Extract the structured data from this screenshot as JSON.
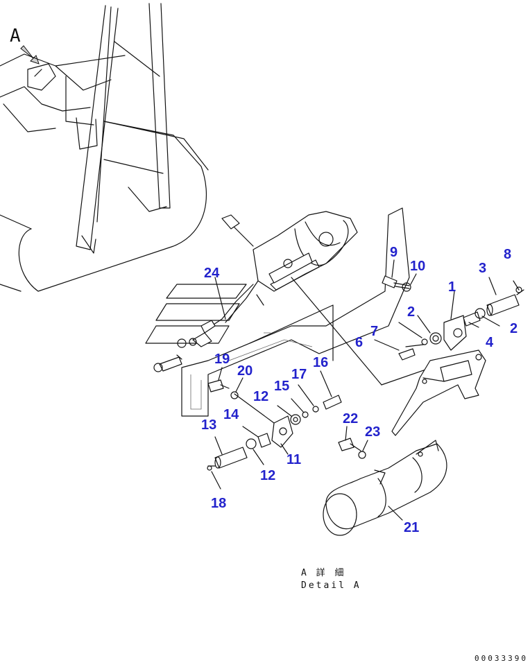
{
  "view_letter": "A",
  "caption": {
    "line1": "A 詳 細",
    "line2": "Detail A"
  },
  "document_number": "00033390",
  "colors": {
    "part_number": "#2222cc",
    "linework": "#111111",
    "background": "#ffffff"
  },
  "part_numbers": [
    "1",
    "2",
    "2",
    "3",
    "4",
    "6",
    "7",
    "8",
    "9",
    "10",
    "11",
    "12",
    "12",
    "13",
    "14",
    "15",
    "16",
    "17",
    "18",
    "19",
    "20",
    "21",
    "22",
    "23",
    "24"
  ]
}
